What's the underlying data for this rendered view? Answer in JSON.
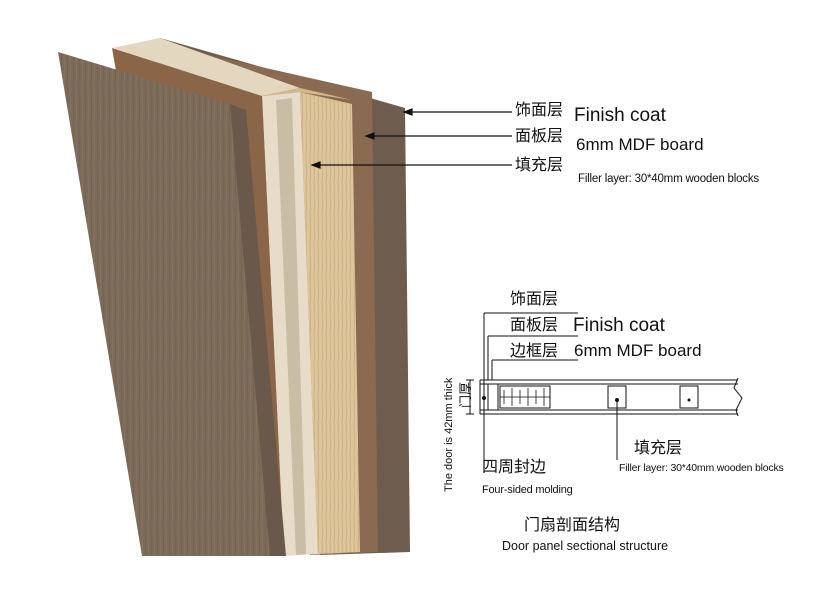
{
  "colors": {
    "veneer": "#7d6b5a",
    "veneer_dark": "#5e4f42",
    "mdf": "#8a6a50",
    "plywood": "#dcc59a",
    "plywood_dark": "#c4a878",
    "core": "#e8dcc4",
    "line": "#111111"
  },
  "callouts_top": [
    {
      "zh": "饰面层",
      "en": "Finish coat"
    },
    {
      "zh": "面板层",
      "en": "6mm MDF board"
    },
    {
      "zh": "填充层",
      "en": "Filler layer: 30*40mm wooden blocks"
    }
  ],
  "section": {
    "labels_left": [
      "饰面层",
      "面板层",
      "边框层"
    ],
    "labels_right": [
      "Finish coat",
      "6mm MDF board"
    ],
    "thickness_zh": "门厚",
    "thickness_en": "The door is 42mm thick",
    "filler_zh": "填充层",
    "filler_en": "Filler layer: 30*40mm wooden blocks",
    "edge_zh": "四周封边",
    "edge_en": "Four-sided molding",
    "title_zh": "门扇剖面结构",
    "title_en": "Door panel sectional structure"
  }
}
